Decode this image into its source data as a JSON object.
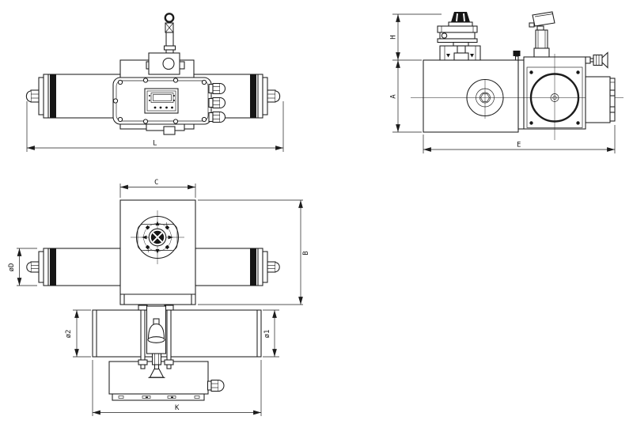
{
  "drawing": {
    "type": "technical-dimension-drawing",
    "background": "#ffffff",
    "line_color": "#1c1c1c",
    "views": {
      "front": {
        "label_L": "L"
      },
      "side": {
        "label_H": "H",
        "label_A": "A",
        "label_E": "E"
      },
      "plan": {
        "label_C": "C",
        "label_B": "B",
        "label_dD": "øD",
        "label_d2": "ø2",
        "label_d1": "ø1",
        "label_K": "K"
      }
    }
  }
}
